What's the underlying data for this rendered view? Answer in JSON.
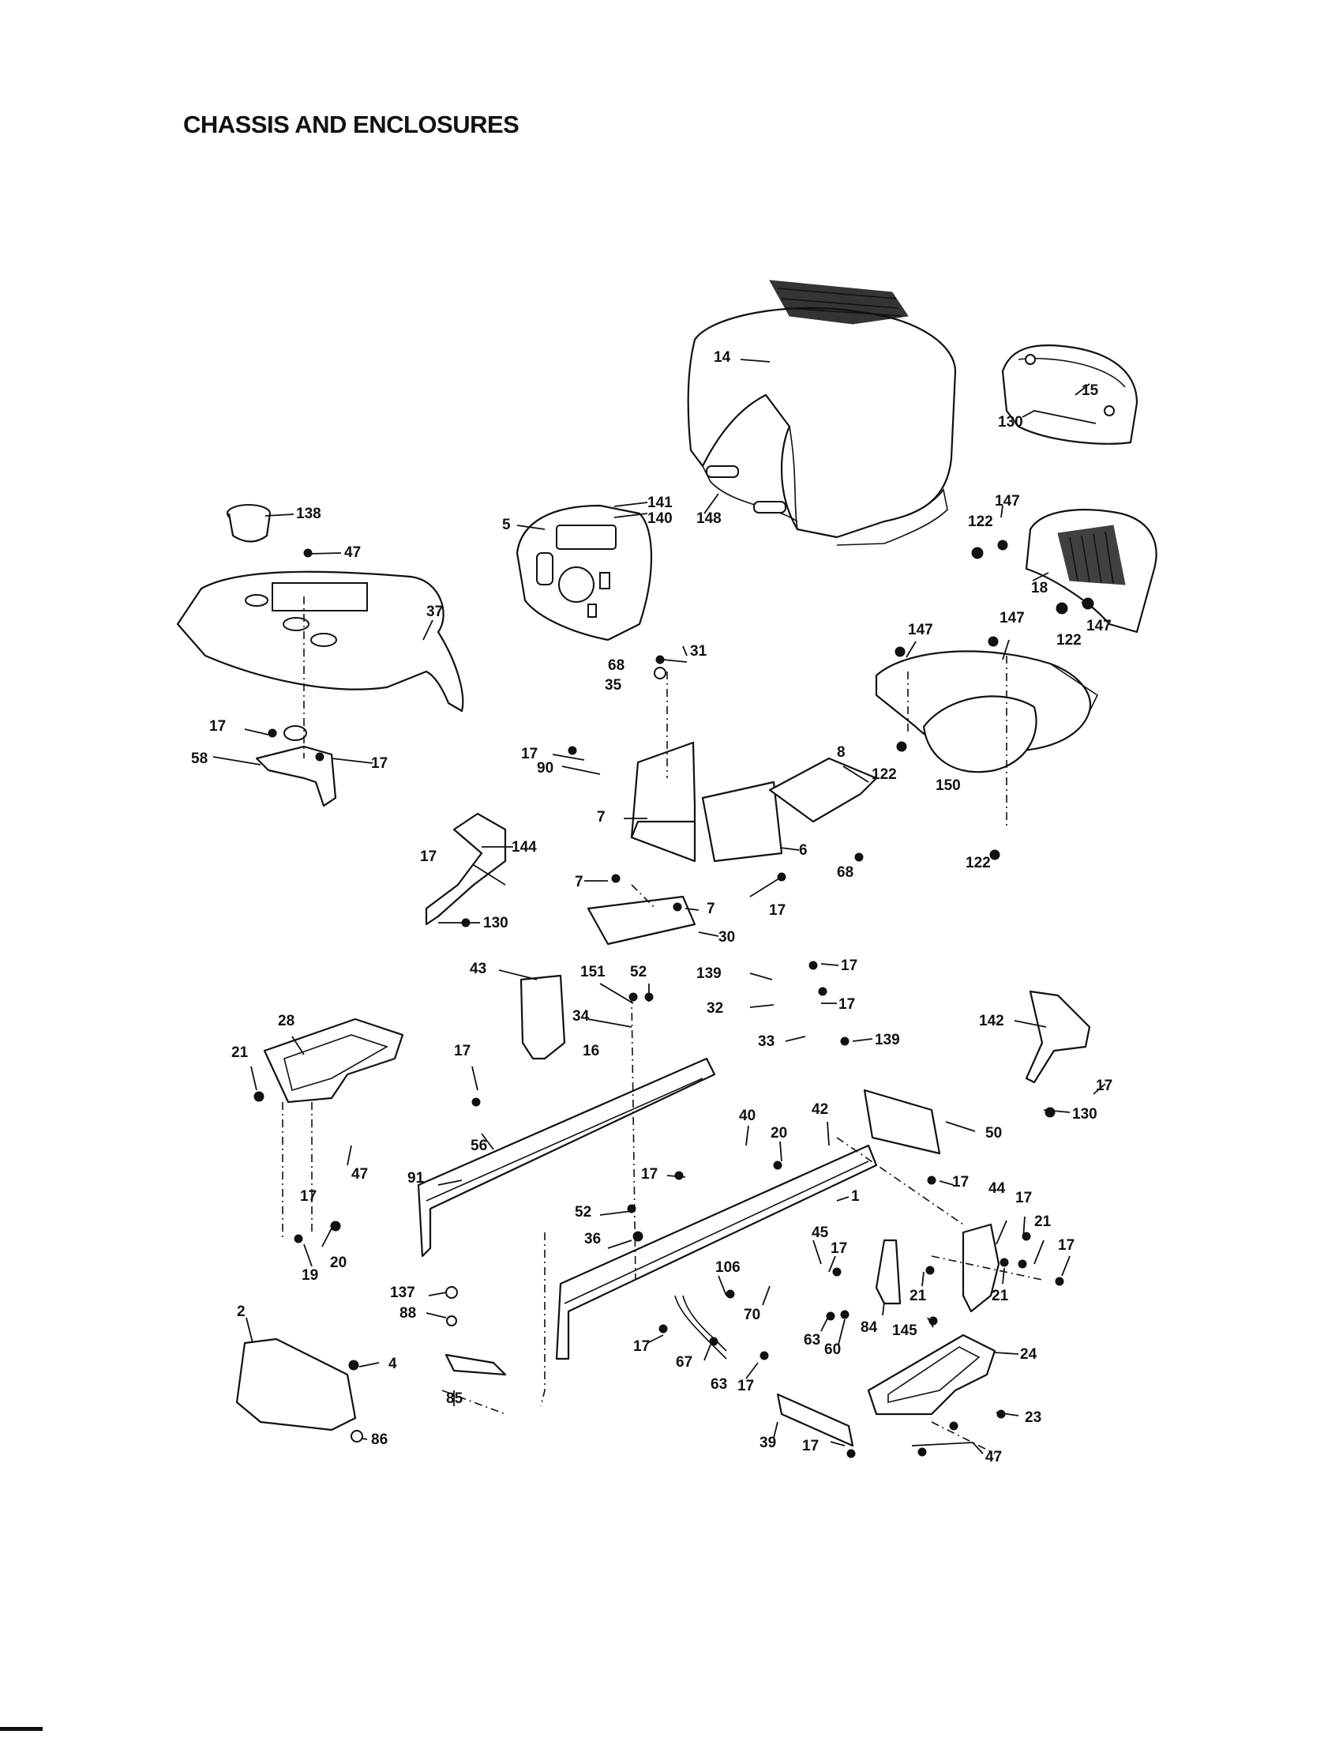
{
  "title": "CHASSIS AND ENCLOSURES",
  "diagram_type": "exploded-parts-view",
  "labels": {
    "l_14": "14",
    "l_15": "15",
    "l_130a": "130",
    "l_148": "148",
    "l_141": "141",
    "l_140": "140",
    "l_5": "5",
    "l_138": "138",
    "l_47a": "47",
    "l_37": "37",
    "l_147a": "147",
    "l_122a": "122",
    "l_18": "18",
    "l_147b": "147",
    "l_122b": "122",
    "l_147c": "147",
    "l_147d": "147",
    "l_68a": "68",
    "l_31": "31",
    "l_35": "35",
    "l_122c": "122",
    "l_150": "150",
    "l_122d": "122",
    "l_8": "8",
    "l_17a": "17",
    "l_58": "58",
    "l_17b": "17",
    "l_17c": "17",
    "l_90": "90",
    "l_7a": "7",
    "l_6": "6",
    "l_68b": "68",
    "l_17d": "17",
    "l_144": "144",
    "l_7b": "7",
    "l_7c": "7",
    "l_17e": "17",
    "l_130b": "130",
    "l_30": "30",
    "l_43": "43",
    "l_151": "151",
    "l_52a": "52",
    "l_139a": "139",
    "l_17f": "17",
    "l_32": "32",
    "l_17g": "17",
    "l_33": "33",
    "l_139b": "139",
    "l_142": "142",
    "l_34": "34",
    "l_28": "28",
    "l_21a": "21",
    "l_17h": "17",
    "l_16": "16",
    "l_17i": "17",
    "l_130c": "130",
    "l_40": "40",
    "l_42": "42",
    "l_50": "50",
    "l_56": "56",
    "l_20a": "20",
    "l_47b": "47",
    "l_91": "91",
    "l_17j": "17",
    "l_17k": "17",
    "l_44": "44",
    "l_17l": "17",
    "l_17m": "17",
    "l_1": "1",
    "l_52b": "52",
    "l_21b": "21",
    "l_36": "36",
    "l_17n": "17",
    "l_45": "45",
    "l_17o": "17",
    "l_20b": "20",
    "l_19": "19",
    "l_106": "106",
    "l_21c": "21",
    "l_21d": "21",
    "l_137": "137",
    "l_88": "88",
    "l_70": "70",
    "l_84": "84",
    "l_145": "145",
    "l_2": "2",
    "l_63a": "63",
    "l_60": "60",
    "l_24": "24",
    "l_4": "4",
    "l_17p": "17",
    "l_67": "67",
    "l_63b": "63",
    "l_17q": "17",
    "l_85": "85",
    "l_23": "23",
    "l_86": "86",
    "l_39": "39",
    "l_17r": "17",
    "l_47c": "47"
  }
}
